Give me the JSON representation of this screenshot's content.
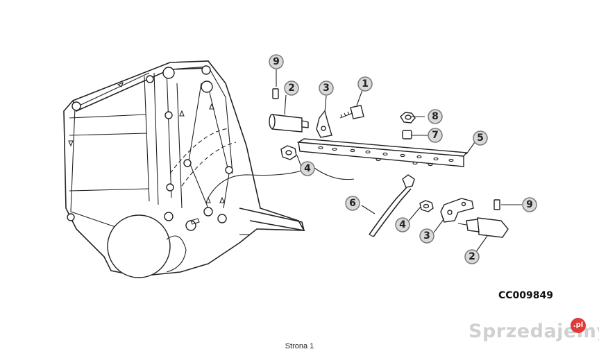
{
  "diagram": {
    "callouts": [
      "9",
      "2",
      "3",
      "1",
      "8",
      "7",
      "5",
      "4",
      "6",
      "4",
      "3",
      "2",
      "9"
    ],
    "drawing_code": "CC009849"
  },
  "watermark": {
    "text": "Sprzedajemy",
    "badge": ".pl"
  },
  "footer": {
    "page_label": "Strona 1"
  }
}
